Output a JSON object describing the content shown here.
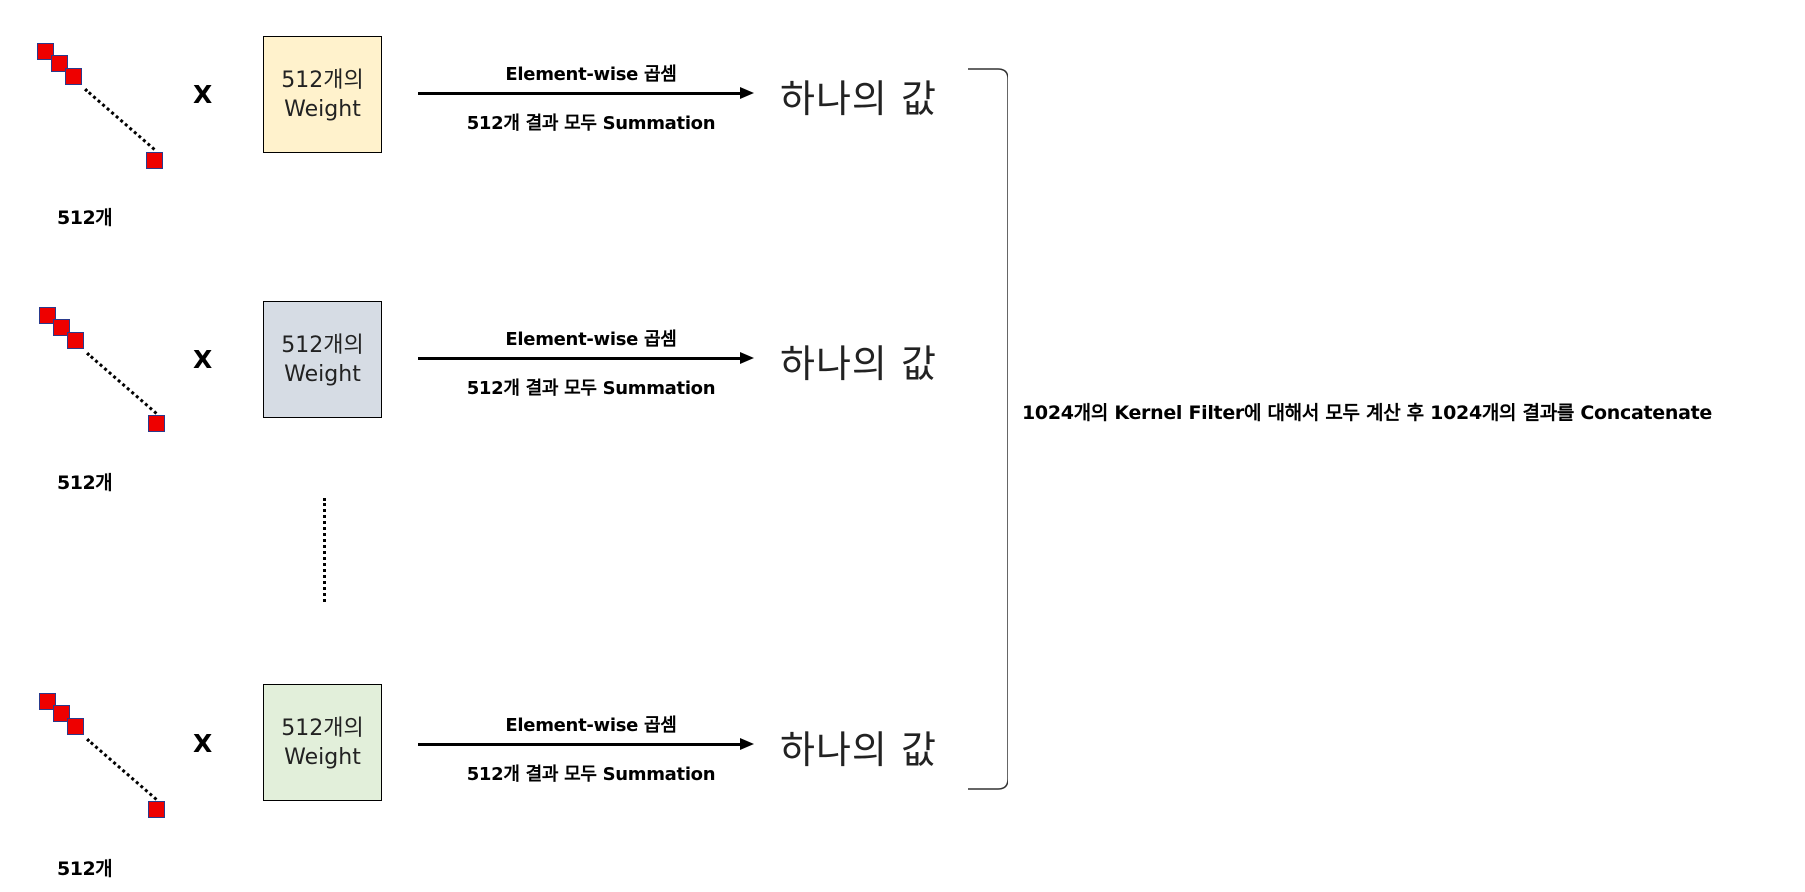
{
  "rows": [
    {
      "count_label": "512개",
      "multiply": "X",
      "weight_line1": "512개의",
      "weight_line2": "Weight",
      "weight_color": "#fff2cc",
      "op_top": "Element-wise 곱셈",
      "op_bottom": "512개 결과 모두 Summation",
      "result": "하나의 값"
    },
    {
      "count_label": "512개",
      "multiply": "X",
      "weight_line1": "512개의",
      "weight_line2": "Weight",
      "weight_color": "#d6dce4",
      "op_top": "Element-wise 곱셈",
      "op_bottom": "512개 결과 모두 Summation",
      "result": "하나의 값"
    },
    {
      "count_label": "512개",
      "multiply": "X",
      "weight_line1": "512개의",
      "weight_line2": "Weight",
      "weight_color": "#e2efda",
      "op_top": "Element-wise 곱셈",
      "op_bottom": "512개 결과 모두 Summation",
      "result": "하나의 값"
    }
  ],
  "concat_text": "1024개의 Kernel Filter에 대해서 모두 계산 후 1024개의 결과를 Concatenate",
  "colors": {
    "square_fill": "#ee0000",
    "square_border": "#2a3a8c"
  }
}
